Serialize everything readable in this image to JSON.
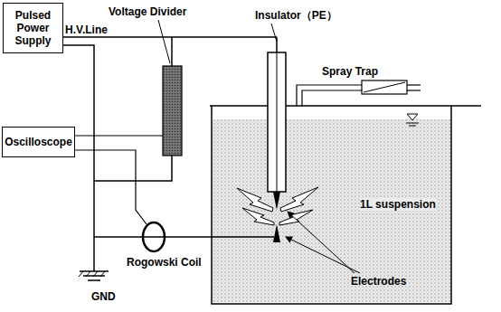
{
  "diagram": {
    "nodes": [
      {
        "text": [
          "Pulsed Power Supply"
        ]
      },
      {
        "text": [
          "Oscilloscope"
        ]
      }
    ],
    "labels": [
      "H.V.Line",
      "Voltage Divider",
      "Insulator（PE）",
      "Spray Trap",
      "1L suspension",
      "Electrodes",
      "Rogowski Coil",
      "GND"
    ]
  }
}
